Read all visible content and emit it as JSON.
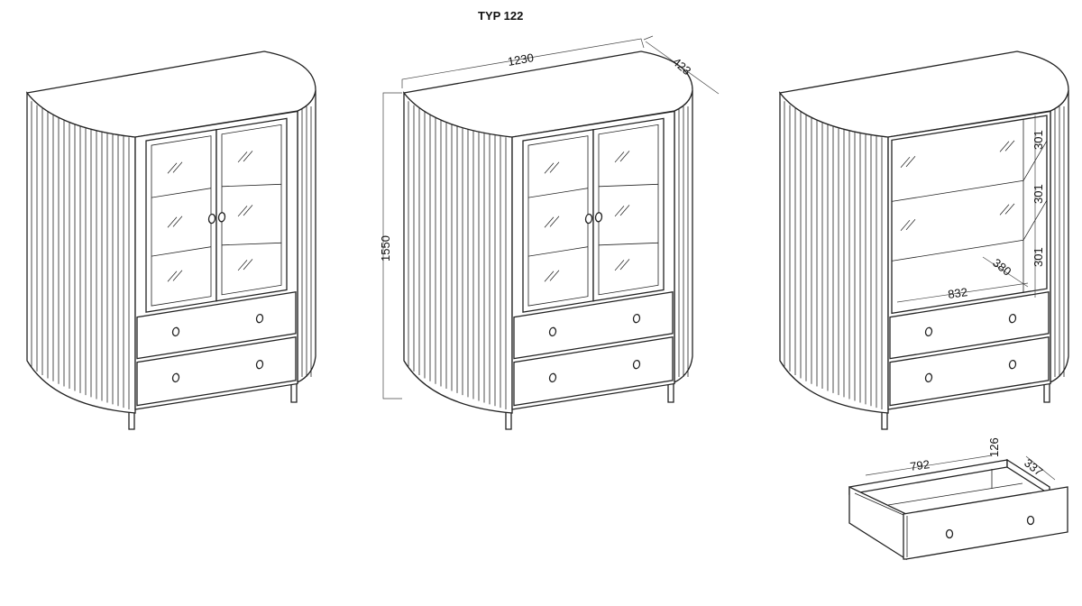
{
  "title": "TYP 122",
  "views": [
    {
      "id": "closed-doors-view",
      "variant": "doors"
    },
    {
      "id": "dimensioned-view",
      "variant": "doors"
    },
    {
      "id": "open-shelves-view",
      "variant": "open"
    }
  ],
  "dimensions": {
    "width": "1230",
    "depth": "423",
    "height": "1550",
    "shelf_spacing": [
      "301",
      "301",
      "301"
    ],
    "inner_depth": "380",
    "inner_width": "832"
  },
  "drawer": {
    "width": "792",
    "height": "126",
    "depth": "337"
  }
}
